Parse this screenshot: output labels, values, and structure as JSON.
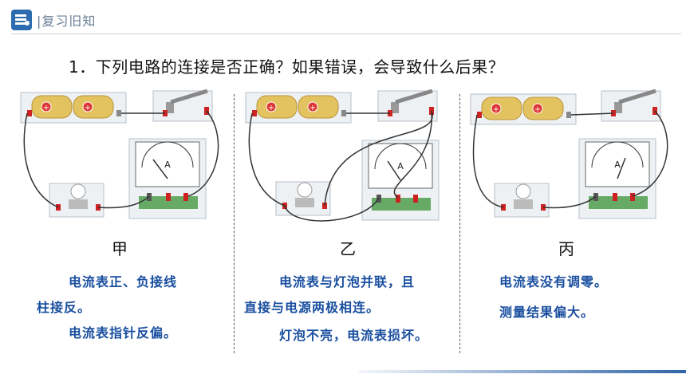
{
  "header": {
    "title": "复习旧知",
    "logo_icon": "book-stack-icon",
    "accent": "#2b6cb0"
  },
  "question": "1．下列电路的连接是否正确？如果错误，会导致什么后果？",
  "circuits": [
    {
      "label": "甲",
      "notes": [
        "电流表正、负接线",
        "柱接反。",
        "电流表指针反偏。"
      ]
    },
    {
      "label": "乙",
      "notes": [
        "电流表与灯泡并联，且",
        "直接与电源两极相连。",
        "灯泡不亮，电流表损坏。"
      ]
    },
    {
      "label": "丙",
      "notes": [
        "电流表没有调零。",
        "测量结果偏大。"
      ]
    }
  ],
  "meter_letter": "A",
  "battery_symbol": "+"
}
